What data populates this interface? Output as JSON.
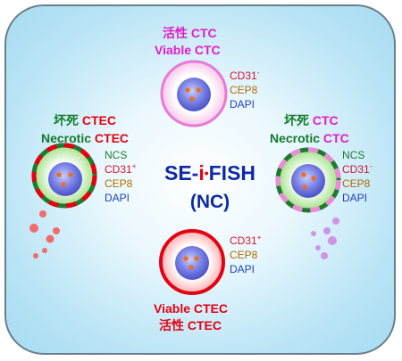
{
  "diagram": {
    "title_prefix": "SE-",
    "title_i": "i",
    "title_dot": "•",
    "title_suffix": "FISH",
    "subtitle": "(NC)"
  },
  "top": {
    "cn_a": "活性",
    "cn_b": "CTC",
    "en_a": "Viable",
    "en_b": "CTC",
    "markers": [
      "CD31",
      "CEP8",
      "DAPI"
    ],
    "cd31_sign": "-"
  },
  "left": {
    "cn_a": "坏死",
    "cn_b": "CTEC",
    "en_a": "Necrotic",
    "en_b": "CTEC",
    "markers": [
      "NCS",
      "CD31",
      "CEP8",
      "DAPI"
    ],
    "cd31_sign": "+"
  },
  "right": {
    "cn_a": "坏死",
    "cn_b": "CTC",
    "en_a": "Necrotic",
    "en_b": "CTC",
    "markers": [
      "NCS",
      "CD31",
      "CEP8",
      "DAPI"
    ],
    "cd31_sign": "-"
  },
  "bottom": {
    "en_a": "Viable",
    "en_b": "CTEC",
    "cn_a": "活性",
    "cn_b": "CTEC",
    "markers": [
      "CD31",
      "CEP8",
      "DAPI"
    ],
    "cd31_sign": "+"
  },
  "colors": {
    "red": "#e60012",
    "magenta": "#e21dc6",
    "dark_green": "#127a2a",
    "navy": "#0f2aa8",
    "nucleus": "#5a63d8",
    "cep8_dot": "#f26a1b"
  }
}
